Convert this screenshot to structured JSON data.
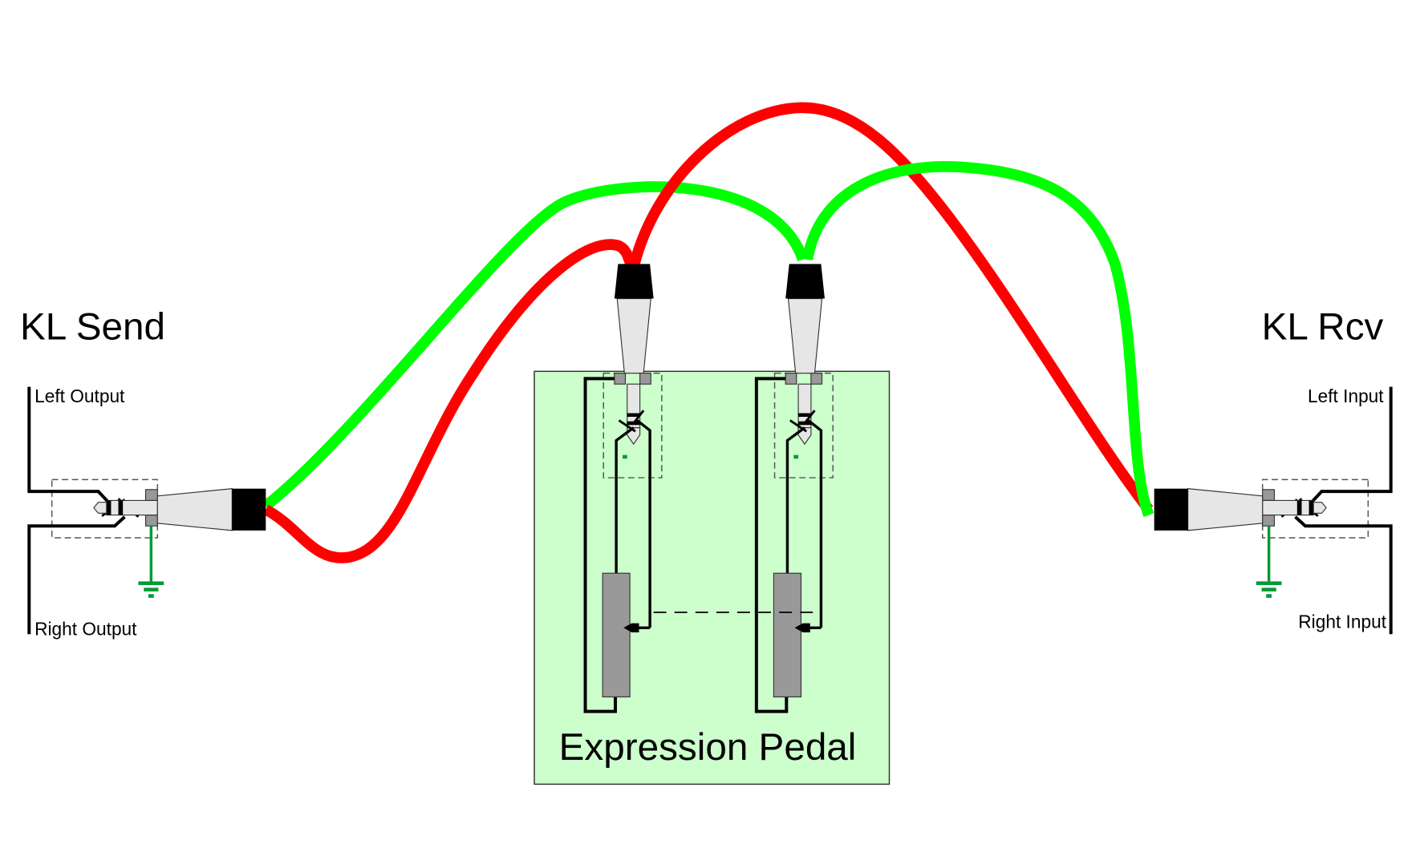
{
  "send": {
    "title": "KL Send",
    "left_label": "Left Output",
    "right_label": "Right Output"
  },
  "receive": {
    "title": "KL Rcv",
    "left_label": "Left Input",
    "right_label": "Right Input"
  },
  "pedal": {
    "title": "Expression Pedal"
  },
  "colors": {
    "cable_red": "#ff0000",
    "cable_green": "#00ff00",
    "ground": "#009933",
    "pedal_fill": "#ccffcc",
    "pot": "#999999",
    "plug_body": "#e6e6e6"
  }
}
